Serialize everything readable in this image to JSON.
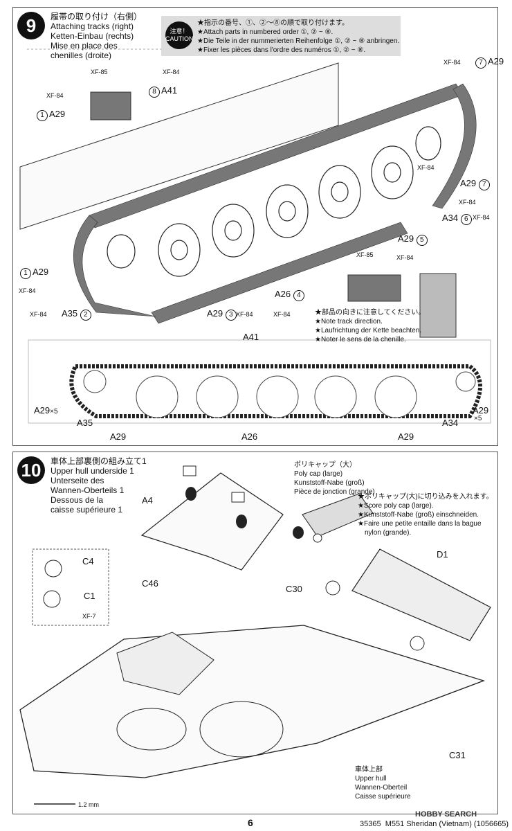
{
  "step9": {
    "number": "9",
    "title": [
      "履帯の取り付け（右側）",
      "Attaching tracks (right)",
      "Ketten-Einbau (rechts)",
      "Mise en place des",
      "chenilles (droite)"
    ],
    "caution": {
      "badge_jp": "注意！",
      "badge_en": "CAUTION",
      "lines": [
        "★指示の番号、①、②〜⑧の順で取り付けます。",
        "★Attach parts in numbered order ①, ② ~ ⑧.",
        "★Die Teile in der nummerierten Reihenfolge ①, ② ~ ⑧ anbringen.",
        "★Fixer les pièces dans l'ordre des numéros ①, ② ~ ⑧."
      ]
    },
    "labels": {
      "a29_1": "A29",
      "a41_8": "A41",
      "a29_7top": "A29",
      "a29_7r": "A29",
      "a34_6": "A34",
      "a29_5": "A29",
      "a26_4": "A26",
      "a29_3": "A29",
      "a35_2": "A35",
      "a29_1b": "A29"
    },
    "order": [
      "1",
      "8",
      "7",
      "7",
      "6",
      "5",
      "4",
      "3",
      "2",
      "1"
    ],
    "paints": [
      "XF-85",
      "XF-84",
      "XF-84",
      "XF-84",
      "XF-84",
      "XF-84",
      "XF-84",
      "XF-84",
      "XF-84",
      "XF-84",
      "XF-84",
      "XF-84",
      "XF-85"
    ],
    "note": [
      "★部品の向きに注意してください。",
      "★Note track direction.",
      "★Laufrichtung der Kette beachten.",
      "★Noter le sens de la chenille."
    ],
    "bottom_labels": {
      "a41": "A41",
      "a29x5_l": "A29",
      "x5_l": "×5",
      "a35": "A35",
      "a29_l": "A29",
      "a26": "A26",
      "a29_r": "A29",
      "a34": "A34",
      "a29x5_r": "A29",
      "x5_r": "×5"
    }
  },
  "step10": {
    "number": "10",
    "title": [
      "車体上部裏側の組み立て1",
      "Upper hull underside 1",
      "Unterseite des",
      "Wannen-Oberteils 1",
      "Dessous de la",
      "caisse supérieure 1"
    ],
    "polycap": [
      "ポリキャップ（大）",
      "Poly cap (large)",
      "Kunststoff-Nabe (groß)",
      "Pièce de jonction (grande)"
    ],
    "polycap_note": [
      "★ポリキャップ(大)に切り込みを入れます。",
      "★Score poly cap (large).",
      "★Kunststoff-Nabe (groß) einschneiden.",
      "★Faire une petite entaille dans la bague",
      "nylon (grande)."
    ],
    "labels": {
      "a4": "A4",
      "c46": "C46",
      "c4": "C4",
      "c1": "C1",
      "xf7": "XF-7",
      "d1": "D1",
      "c30": "C30",
      "c31": "C31",
      "drill": "1.2 mm"
    },
    "hull": [
      "車体上部",
      "Upper hull",
      "Wannen-Oberteil",
      "Caisse supérieure"
    ]
  },
  "footer": {
    "page": "6",
    "code": "35365",
    "model": "M551 Sheridan (Vietnam) (1056665)",
    "watermark": "HOBBY SEARCH"
  }
}
